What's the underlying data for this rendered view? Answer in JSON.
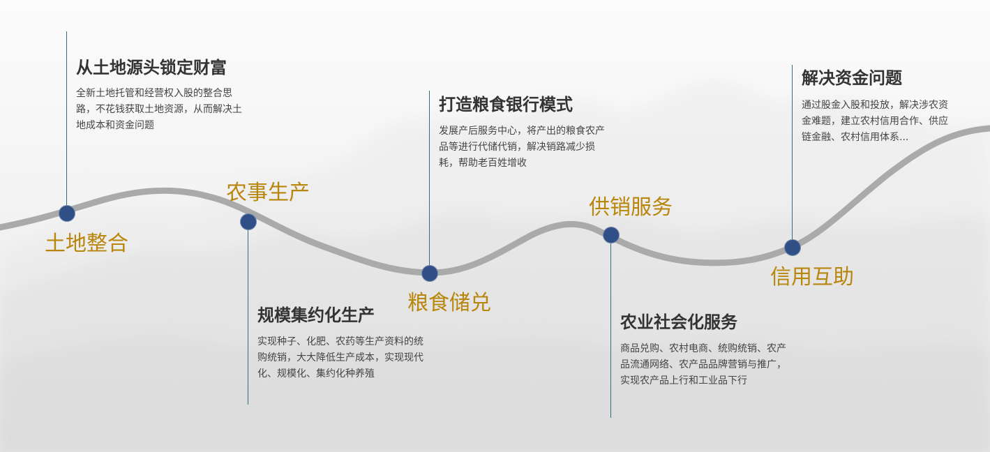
{
  "milestones": [
    {
      "label": "土地整合"
    },
    {
      "label": "农事生产"
    },
    {
      "label": "粮食储兑"
    },
    {
      "label": "供销服务"
    },
    {
      "label": "信用互助"
    }
  ],
  "cards": [
    {
      "title": "从土地源头锁定财富",
      "description": "全新土地托管和经营权入股的整合思路，不花钱获取土地资源，从而解决土地成本和资金问题"
    },
    {
      "title": "规模集约化生产",
      "description": "实现种子、化肥、农药等生产资料的统购统销，大大降低生产成本，实现现代化、规模化、集约化种养殖"
    },
    {
      "title": "打造粮食银行模式",
      "description": "发展产后服务中心，将产出的粮食农产品等进行代储代销，解决销路减少损耗，帮助老百姓增收"
    },
    {
      "title": "农业社会化服务",
      "description": "商品兑购、农村电商、统购统销、农产品流通网络、农产品品牌营销与推广，实现农产品上行和工业品下行"
    },
    {
      "title": "解决资金问题",
      "description": "通过股金入股和投放，解决涉农资金难题，建立农村信用合作、供应链金融、农村信用体系..."
    }
  ],
  "colors": {
    "milestone_text": "#b8860b",
    "dot": "#2f4f86",
    "connector": "#2f6f78",
    "curve": "#aaaaaa",
    "title": "#333333",
    "description": "#444444"
  }
}
